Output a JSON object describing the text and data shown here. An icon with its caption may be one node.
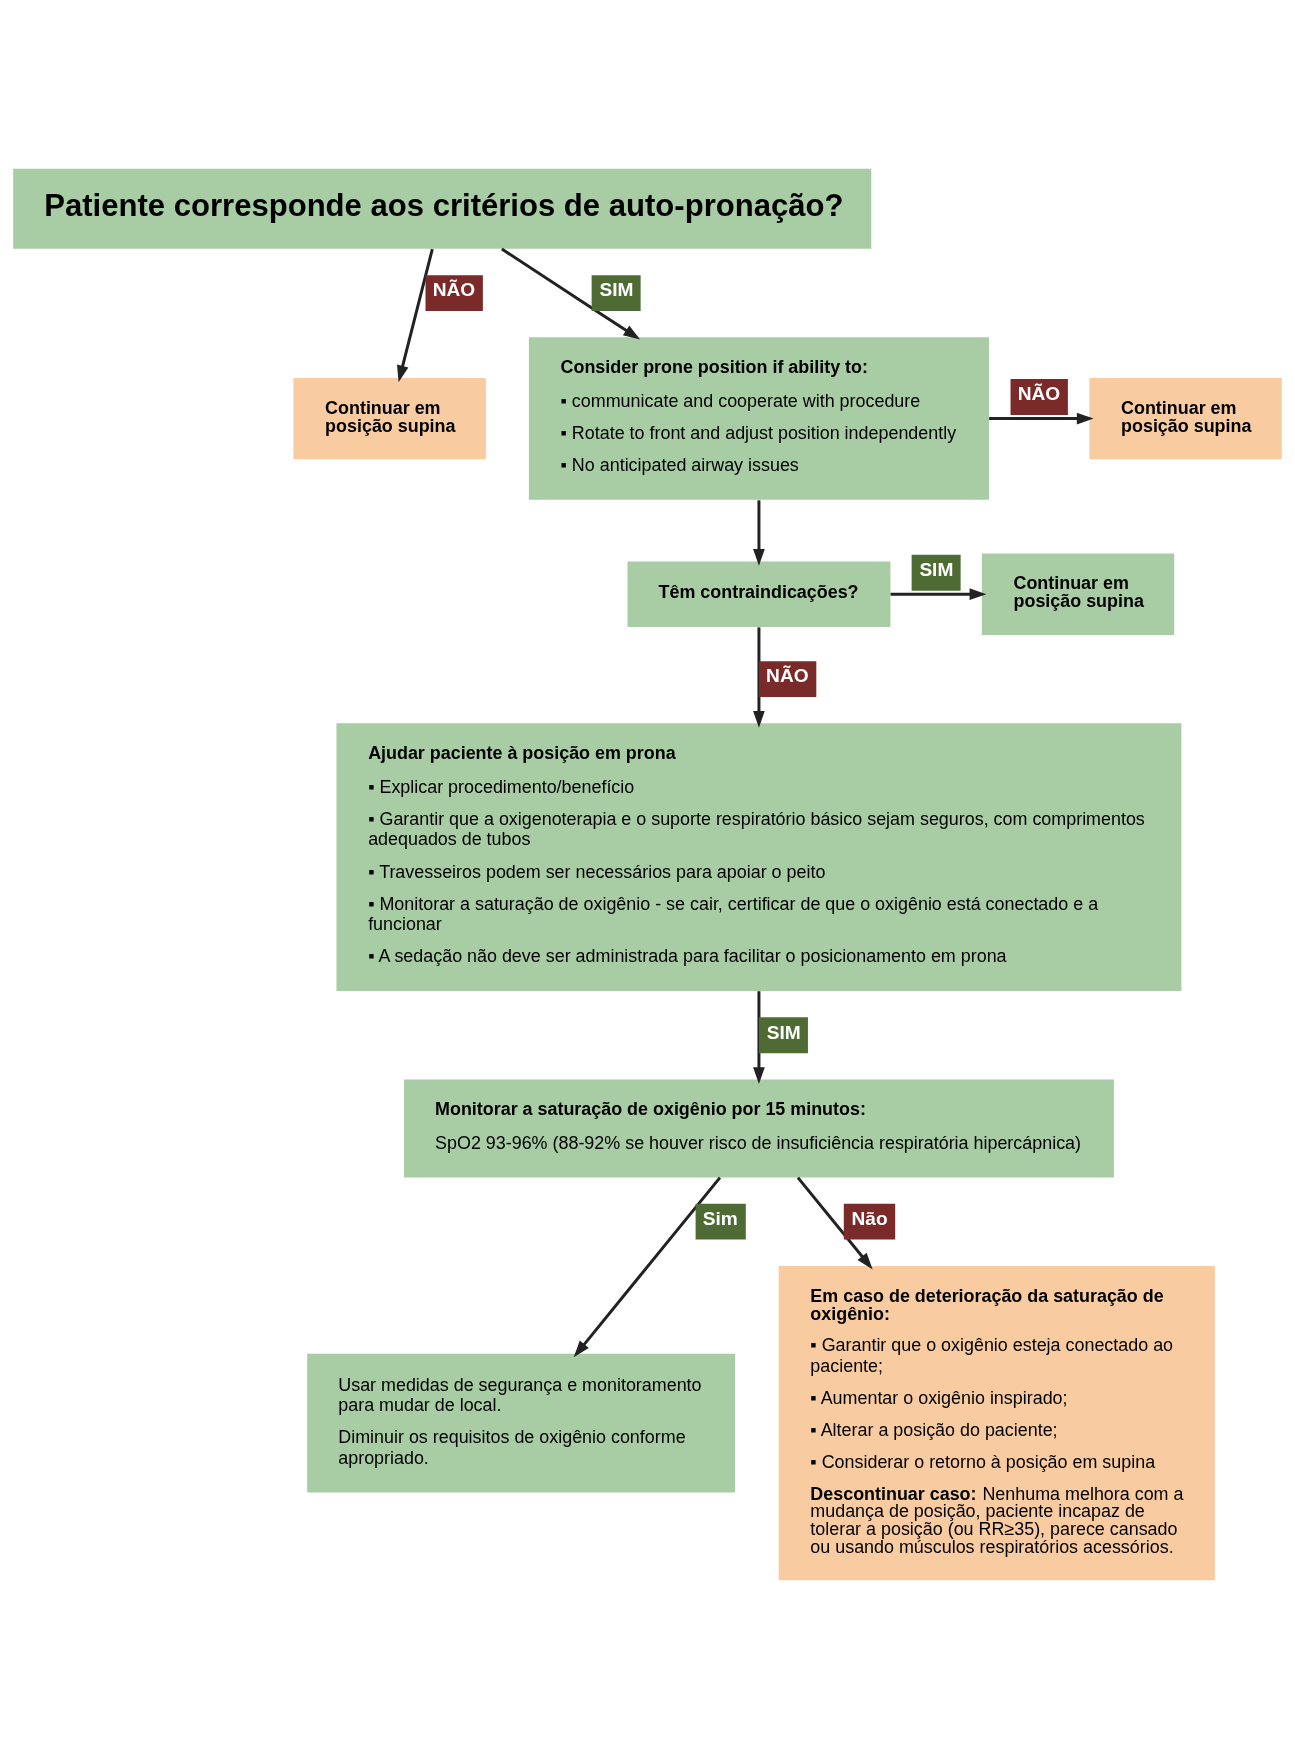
{
  "diagram": {
    "nodes": [
      {
        "text": [
          "Patiente corresponde aos critérios de auto-pronação?"
        ]
      },
      {
        "text": [
          "Continuar em posição supina"
        ]
      },
      {
        "text": [
          "Consider prone position if ability to:",
          "▪ communicate and cooperate with procedure",
          "▪ Rotate to front and adjust position independently",
          "▪ No anticipated airway issues"
        ]
      },
      {
        "text": [
          "Continuar em posição supina"
        ]
      },
      {
        "text": [
          "Têm contraindicações?"
        ]
      },
      {
        "text": [
          "Continuar em posição supina"
        ]
      },
      {
        "text": [
          "Ajudar paciente à posição em prona",
          "▪ Explicar procedimento/benefício",
          "▪ Garantir que a oxigenoterapia e o suporte respiratório básico sejam seguros, com comprimentos adequados de tubos",
          "▪ Travesseiros podem ser necessários para apoiar o peito",
          "▪ Monitorar a saturação de oxigênio - se cair, certificar de que o oxigênio está conectado e a funcionar",
          "▪ A sedação não deve ser administrada para facilitar o posicionamento em prona"
        ]
      },
      {
        "text": [
          "Monitorar a saturação de oxigênio por 15 minutos:",
          "SpO2 93-96% (88-92% se houver risco de insuficiência respiratória hipercápnica)"
        ]
      },
      {
        "text": [
          "Usar medidas de segurança e monitoramento para mudar de local.",
          "Diminuir os requisitos de oxigênio conforme apropriado."
        ]
      },
      {
        "text": [
          "Em caso de deterioração da saturação de oxigênio:",
          "▪ Garantir que o oxigênio esteja conectado ao paciente;",
          "▪ Aumentar o oxigênio inspirado;",
          "▪ Alterar a posição do paciente;",
          "▪ Considerar o retorno à posição em supina",
          "**Descontinuar caso:** Nenhuma melhora com a mudança de posição, paciente incapaz de tolerar a posição (ou RR≥35), parece cansado ou usando músculos respiratórios acessórios."
        ]
      }
    ],
    "edges": [
      {
        "from": 0,
        "to": 1,
        "arrow": "to",
        "label": "NÃO"
      },
      {
        "from": 0,
        "to": 2,
        "arrow": "to",
        "label": "SIM"
      },
      {
        "from": 2,
        "to": 3,
        "arrow": "to",
        "label": "NÃO"
      },
      {
        "from": 2,
        "to": 4,
        "arrow": "to"
      },
      {
        "from": 4,
        "to": 5,
        "arrow": "to",
        "label": "SIM"
      },
      {
        "from": 4,
        "to": 6,
        "arrow": "to",
        "label": "NÃO"
      },
      {
        "from": 6,
        "to": 7,
        "arrow": "to",
        "label": "SIM"
      },
      {
        "from": 7,
        "to": 8,
        "arrow": "to",
        "label": "Sim"
      },
      {
        "from": 7,
        "to": 9,
        "arrow": "to",
        "label": "Não"
      }
    ]
  }
}
